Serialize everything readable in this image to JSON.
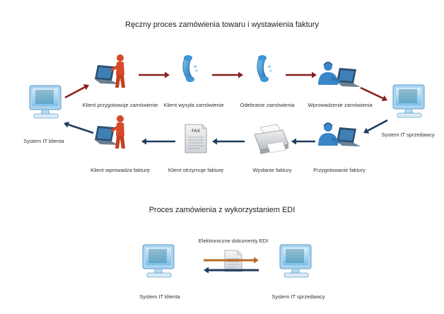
{
  "manual": {
    "title": "Ręczny proces zamówienia towaru i wystawienia faktury",
    "top_row": [
      "Klient przygotowuje zamówienie",
      "Klient wysyła zamówienie",
      "Odebranie zamówienia",
      "Wprowadzenie zamówienia"
    ],
    "bottom_row": [
      "Klient wprowadza fakturę",
      "Klient otrzymuje fakturę",
      "Wysłanie faktury",
      "Przygotowanie faktury"
    ],
    "client_system": "System IT klienta",
    "vendor_system": "System IT sprzedawcy",
    "fax_label": "FAX"
  },
  "edi": {
    "title": "Proces zamówienia z wykorzystaniem EDI",
    "docs_label": "Elektroniczne dokumenty EDI",
    "client_system": "System IT klienta",
    "vendor_system": "System IT sprzedawcy"
  },
  "colors": {
    "arrow_red": "#8a1f1f",
    "arrow_blue": "#1f3b5c",
    "arrow_orange": "#b86a2a",
    "person_red": "#d64a2a",
    "person_blue": "#3a86c8",
    "monitor": "#6aaedc"
  }
}
